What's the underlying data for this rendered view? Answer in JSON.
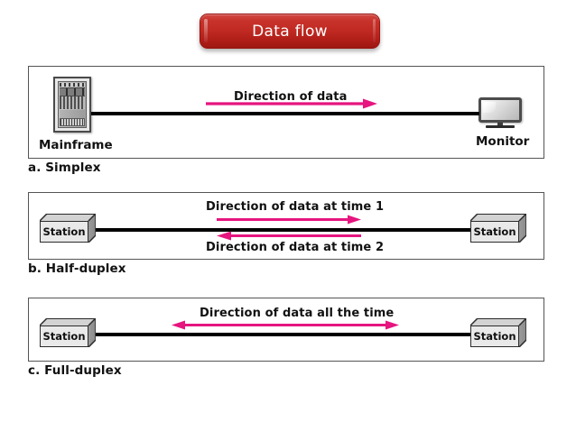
{
  "title": {
    "text": "Data flow",
    "background_color": "#bf2922",
    "text_color": "#ffffff"
  },
  "colors": {
    "arrow": "#e6157f",
    "wire": "#000000",
    "panel_border": "#555555",
    "box_fill": "#e9e9e9"
  },
  "panels": [
    {
      "id": "simplex",
      "caption": "a. Simplex",
      "left_node": {
        "label": "Mainframe",
        "icon": "mainframe-icon"
      },
      "right_node": {
        "label": "Monitor",
        "icon": "monitor-icon"
      },
      "arrows": [
        {
          "label": "Direction of data",
          "direction": "right"
        }
      ]
    },
    {
      "id": "half-duplex",
      "caption": "b. Half-duplex",
      "left_node": {
        "label": "Station",
        "icon": "station-box-icon"
      },
      "right_node": {
        "label": "Station",
        "icon": "station-box-icon"
      },
      "arrows": [
        {
          "label": "Direction of data at time 1",
          "direction": "right"
        },
        {
          "label": "Direction of data at time 2",
          "direction": "left"
        }
      ]
    },
    {
      "id": "full-duplex",
      "caption": "c. Full-duplex",
      "left_node": {
        "label": "Station",
        "icon": "station-box-icon"
      },
      "right_node": {
        "label": "Station",
        "icon": "station-box-icon"
      },
      "arrows": [
        {
          "label": "Direction of data all the time",
          "direction": "both"
        }
      ]
    }
  ]
}
